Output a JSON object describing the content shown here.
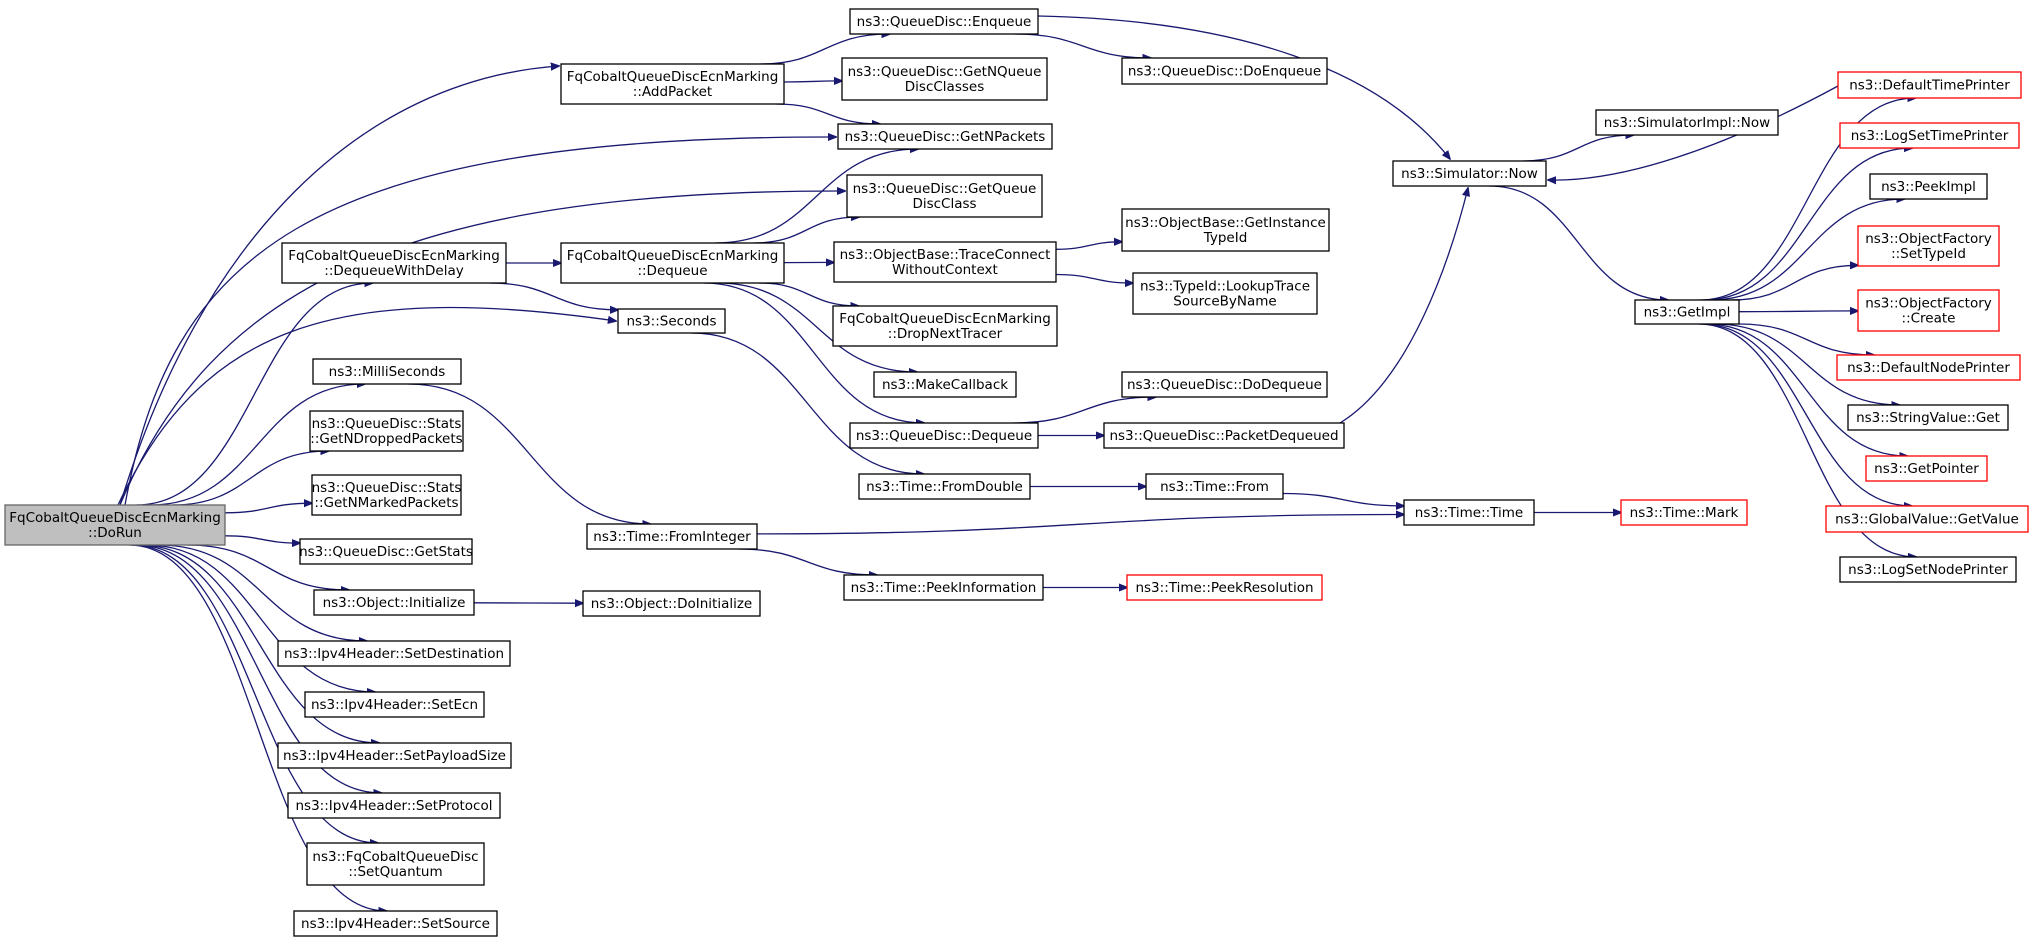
{
  "colors": {
    "edge": "#191970",
    "root_fill": "#bfbfbf",
    "truncated_border": "#ff0000",
    "node_border": "#000000"
  },
  "nodes": [
    {
      "id": "doRun",
      "lines": [
        "FqCobaltQueueDiscEcnMarking",
        "::DoRun"
      ],
      "style": "root"
    },
    {
      "id": "addPacket",
      "lines": [
        "FqCobaltQueueDiscEcnMarking",
        "::AddPacket"
      ]
    },
    {
      "id": "dequeueWithDelay",
      "lines": [
        "FqCobaltQueueDiscEcnMarking",
        "::DequeueWithDelay"
      ]
    },
    {
      "id": "fqDequeue",
      "lines": [
        "FqCobaltQueueDiscEcnMarking",
        "::Dequeue"
      ]
    },
    {
      "id": "seconds",
      "lines": [
        "ns3::Seconds"
      ]
    },
    {
      "id": "milliSeconds",
      "lines": [
        "ns3::MilliSeconds"
      ]
    },
    {
      "id": "getNDropped",
      "lines": [
        "ns3::QueueDisc::Stats",
        "::GetNDroppedPackets"
      ]
    },
    {
      "id": "getNMarked",
      "lines": [
        "ns3::QueueDisc::Stats",
        "::GetNMarkedPackets"
      ]
    },
    {
      "id": "getStats",
      "lines": [
        "ns3::QueueDisc::GetStats"
      ]
    },
    {
      "id": "objInit",
      "lines": [
        "ns3::Object::Initialize"
      ]
    },
    {
      "id": "objDoInit",
      "lines": [
        "ns3::Object::DoInitialize"
      ]
    },
    {
      "id": "setDest",
      "lines": [
        "ns3::Ipv4Header::SetDestination"
      ]
    },
    {
      "id": "setEcn",
      "lines": [
        "ns3::Ipv4Header::SetEcn"
      ]
    },
    {
      "id": "setPayload",
      "lines": [
        "ns3::Ipv4Header::SetPayloadSize"
      ]
    },
    {
      "id": "setProtocol",
      "lines": [
        "ns3::Ipv4Header::SetProtocol"
      ]
    },
    {
      "id": "setQuantum",
      "lines": [
        "ns3::FqCobaltQueueDisc",
        "::SetQuantum"
      ]
    },
    {
      "id": "setSource",
      "lines": [
        "ns3::Ipv4Header::SetSource"
      ]
    },
    {
      "id": "enqueue",
      "lines": [
        "ns3::QueueDisc::Enqueue"
      ]
    },
    {
      "id": "doEnqueue",
      "lines": [
        "ns3::QueueDisc::DoEnqueue"
      ]
    },
    {
      "id": "getNQueue",
      "lines": [
        "ns3::QueueDisc::GetNQueue",
        "DiscClasses"
      ]
    },
    {
      "id": "getNPackets",
      "lines": [
        "ns3::QueueDisc::GetNPackets"
      ]
    },
    {
      "id": "getQueueClass",
      "lines": [
        "ns3::QueueDisc::GetQueue",
        "DiscClass"
      ]
    },
    {
      "id": "traceConnect",
      "lines": [
        "ns3::ObjectBase::TraceConnect",
        "WithoutContext"
      ]
    },
    {
      "id": "dropNext",
      "lines": [
        "FqCobaltQueueDiscEcnMarking",
        "::DropNextTracer"
      ]
    },
    {
      "id": "makeCallback",
      "lines": [
        "ns3::MakeCallback"
      ]
    },
    {
      "id": "qdDequeue",
      "lines": [
        "ns3::QueueDisc::Dequeue"
      ]
    },
    {
      "id": "timeFromDouble",
      "lines": [
        "ns3::Time::FromDouble"
      ]
    },
    {
      "id": "timeFromInteger",
      "lines": [
        "ns3::Time::FromInteger"
      ]
    },
    {
      "id": "peekInfo",
      "lines": [
        "ns3::Time::PeekInformation"
      ]
    },
    {
      "id": "getInstTypeId",
      "lines": [
        "ns3::ObjectBase::GetInstance",
        "TypeId"
      ]
    },
    {
      "id": "lookupTrace",
      "lines": [
        "ns3::TypeId::LookupTrace",
        "SourceByName"
      ]
    },
    {
      "id": "doDequeue",
      "lines": [
        "ns3::QueueDisc::DoDequeue"
      ]
    },
    {
      "id": "packetDequeued",
      "lines": [
        "ns3::QueueDisc::PacketDequeued"
      ]
    },
    {
      "id": "timeFrom",
      "lines": [
        "ns3::Time::From"
      ]
    },
    {
      "id": "peekRes",
      "lines": [
        "ns3::Time::PeekResolution"
      ],
      "style": "trunc"
    },
    {
      "id": "simNow",
      "lines": [
        "ns3::Simulator::Now"
      ]
    },
    {
      "id": "simImplNow",
      "lines": [
        "ns3::SimulatorImpl::Now"
      ]
    },
    {
      "id": "timeTime",
      "lines": [
        "ns3::Time::Time"
      ]
    },
    {
      "id": "timeMark",
      "lines": [
        "ns3::Time::Mark"
      ],
      "style": "trunc"
    },
    {
      "id": "getImpl",
      "lines": [
        "ns3::GetImpl"
      ]
    },
    {
      "id": "defTimePrinter",
      "lines": [
        "ns3::DefaultTimePrinter"
      ],
      "style": "trunc"
    },
    {
      "id": "logSetTime",
      "lines": [
        "ns3::LogSetTimePrinter"
      ],
      "style": "trunc"
    },
    {
      "id": "peekImpl",
      "lines": [
        "ns3::PeekImpl"
      ]
    },
    {
      "id": "ofSetTypeId",
      "lines": [
        "ns3::ObjectFactory",
        "::SetTypeId"
      ],
      "style": "trunc"
    },
    {
      "id": "ofCreate",
      "lines": [
        "ns3::ObjectFactory",
        "::Create"
      ],
      "style": "trunc"
    },
    {
      "id": "defNodePrinter",
      "lines": [
        "ns3::DefaultNodePrinter"
      ],
      "style": "trunc"
    },
    {
      "id": "strValGet",
      "lines": [
        "ns3::StringValue::Get"
      ]
    },
    {
      "id": "getPointer",
      "lines": [
        "ns3::GetPointer"
      ],
      "style": "trunc"
    },
    {
      "id": "globalGetValue",
      "lines": [
        "ns3::GlobalValue::GetValue"
      ],
      "style": "trunc"
    },
    {
      "id": "logSetNode",
      "lines": [
        "ns3::LogSetNodePrinter"
      ]
    }
  ],
  "edges": [
    [
      "doRun",
      "addPacket"
    ],
    [
      "doRun",
      "getNPackets"
    ],
    [
      "doRun",
      "getQueueClass"
    ],
    [
      "doRun",
      "dequeueWithDelay"
    ],
    [
      "doRun",
      "seconds"
    ],
    [
      "doRun",
      "milliSeconds"
    ],
    [
      "doRun",
      "getNDropped"
    ],
    [
      "doRun",
      "getNMarked"
    ],
    [
      "doRun",
      "getStats"
    ],
    [
      "doRun",
      "objInit"
    ],
    [
      "doRun",
      "setDest"
    ],
    [
      "doRun",
      "setEcn"
    ],
    [
      "doRun",
      "setPayload"
    ],
    [
      "doRun",
      "setProtocol"
    ],
    [
      "doRun",
      "setQuantum"
    ],
    [
      "doRun",
      "setSource"
    ],
    [
      "addPacket",
      "enqueue"
    ],
    [
      "addPacket",
      "getNQueue"
    ],
    [
      "addPacket",
      "getNPackets"
    ],
    [
      "dequeueWithDelay",
      "fqDequeue"
    ],
    [
      "dequeueWithDelay",
      "seconds"
    ],
    [
      "fqDequeue",
      "getNPackets"
    ],
    [
      "fqDequeue",
      "getQueueClass"
    ],
    [
      "fqDequeue",
      "traceConnect"
    ],
    [
      "fqDequeue",
      "dropNext"
    ],
    [
      "fqDequeue",
      "makeCallback"
    ],
    [
      "fqDequeue",
      "qdDequeue"
    ],
    [
      "seconds",
      "timeFromDouble"
    ],
    [
      "milliSeconds",
      "timeFromInteger"
    ],
    [
      "objInit",
      "objDoInit"
    ],
    [
      "enqueue",
      "doEnqueue"
    ],
    [
      "enqueue",
      "simNow"
    ],
    [
      "traceConnect",
      "getInstTypeId"
    ],
    [
      "traceConnect",
      "lookupTrace"
    ],
    [
      "qdDequeue",
      "doDequeue"
    ],
    [
      "qdDequeue",
      "packetDequeued"
    ],
    [
      "packetDequeued",
      "simNow"
    ],
    [
      "timeFromDouble",
      "timeFrom"
    ],
    [
      "timeFrom",
      "timeTime"
    ],
    [
      "timeFromInteger",
      "timeTime"
    ],
    [
      "timeFromInteger",
      "peekInfo"
    ],
    [
      "peekInfo",
      "peekRes"
    ],
    [
      "simNow",
      "simImplNow"
    ],
    [
      "simNow",
      "getImpl"
    ],
    [
      "timeTime",
      "timeMark"
    ],
    [
      "getImpl",
      "defTimePrinter"
    ],
    [
      "getImpl",
      "logSetTime"
    ],
    [
      "getImpl",
      "peekImpl"
    ],
    [
      "getImpl",
      "ofSetTypeId"
    ],
    [
      "getImpl",
      "ofCreate"
    ],
    [
      "getImpl",
      "defNodePrinter"
    ],
    [
      "getImpl",
      "strValGet"
    ],
    [
      "getImpl",
      "getPointer"
    ],
    [
      "getImpl",
      "globalGetValue"
    ],
    [
      "getImpl",
      "logSetNode"
    ],
    [
      "defTimePrinter",
      "simNow"
    ]
  ]
}
